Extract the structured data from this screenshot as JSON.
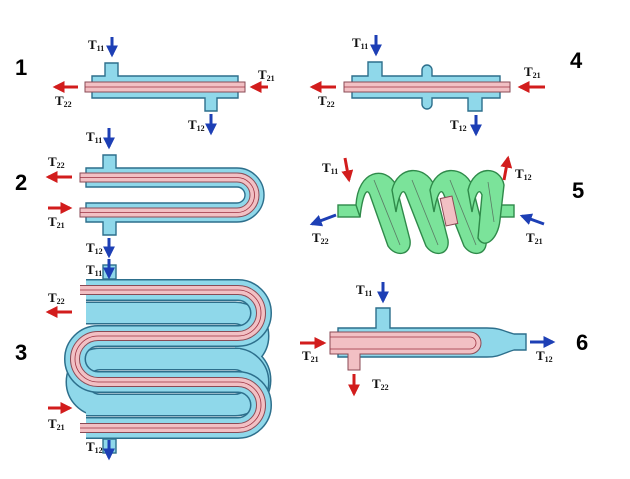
{
  "diagrams": [
    {
      "number": "1",
      "labels": {
        "t11": "T",
        "t11_sub": "11",
        "t21": "T",
        "t21_sub": "21",
        "t22": "T",
        "t22_sub": "22",
        "t12": "T",
        "t12_sub": "12"
      }
    },
    {
      "number": "2",
      "labels": {
        "t11": "T",
        "t11_sub": "11",
        "t22": "T",
        "t22_sub": "22",
        "t21": "T",
        "t21_sub": "21",
        "t12": "T",
        "t12_sub": "12"
      }
    },
    {
      "number": "3",
      "labels": {
        "t11": "T",
        "t11_sub": "11",
        "t22": "T",
        "t22_sub": "22",
        "t21": "T",
        "t21_sub": "21",
        "t12": "T",
        "t12_sub": "12"
      }
    },
    {
      "number": "4",
      "labels": {
        "t11": "T",
        "t11_sub": "11",
        "t21": "T",
        "t21_sub": "21",
        "t22": "T",
        "t22_sub": "22",
        "t12": "T",
        "t12_sub": "12"
      }
    },
    {
      "number": "5",
      "labels": {
        "t11": "T",
        "t11_sub": "11",
        "t12": "T",
        "t12_sub": "12",
        "t22": "T",
        "t22_sub": "22",
        "t21": "T",
        "t21_sub": "21"
      }
    },
    {
      "number": "6",
      "labels": {
        "t11": "T",
        "t11_sub": "11",
        "t21": "T",
        "t21_sub": "21",
        "t22": "T",
        "t22_sub": "22",
        "t12": "T",
        "t12_sub": "12"
      }
    }
  ],
  "colors": {
    "shell": "#8fd8ea",
    "tube": "#f2c0c4",
    "coil": "#7be39a",
    "hot_arrow": "#d21c1c",
    "cold_arrow": "#1d3fb5"
  }
}
